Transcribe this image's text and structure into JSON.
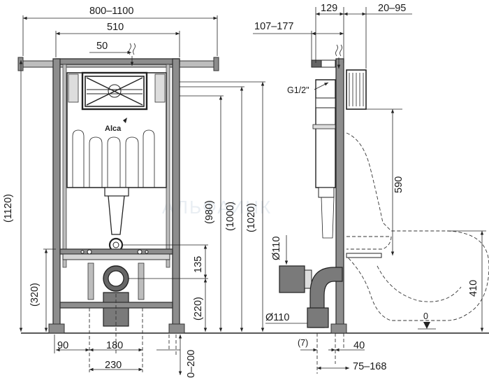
{
  "brand": "Alca",
  "watermark": "АЛЬФАИНК",
  "front_view": {
    "dimensions": {
      "overall_width": "800–1100",
      "frame_width": "510",
      "offset_50": "50",
      "total_height": "(1120)",
      "height_980": "(980)",
      "height_1000": "(1000)",
      "height_1020": "(1020)",
      "height_320": "(320)",
      "height_135": "135",
      "height_220": "(220)",
      "foot_90": "90",
      "outlet_180": "180",
      "outlet_230": "230",
      "adjust_0_200": "0–200"
    }
  },
  "side_view": {
    "dimensions": {
      "depth_129": "129",
      "range_20_95": "20–95",
      "range_107_177": "107–177",
      "inlet_thread": "G1/2\"",
      "height_590": "590",
      "pipe_110_upper": "Ø110",
      "pipe_110_lower": "Ø110",
      "height_410": "410",
      "gap_7": "(7)",
      "depth_40": "40",
      "range_75_168": "75–168",
      "floor_zero": "0"
    }
  }
}
